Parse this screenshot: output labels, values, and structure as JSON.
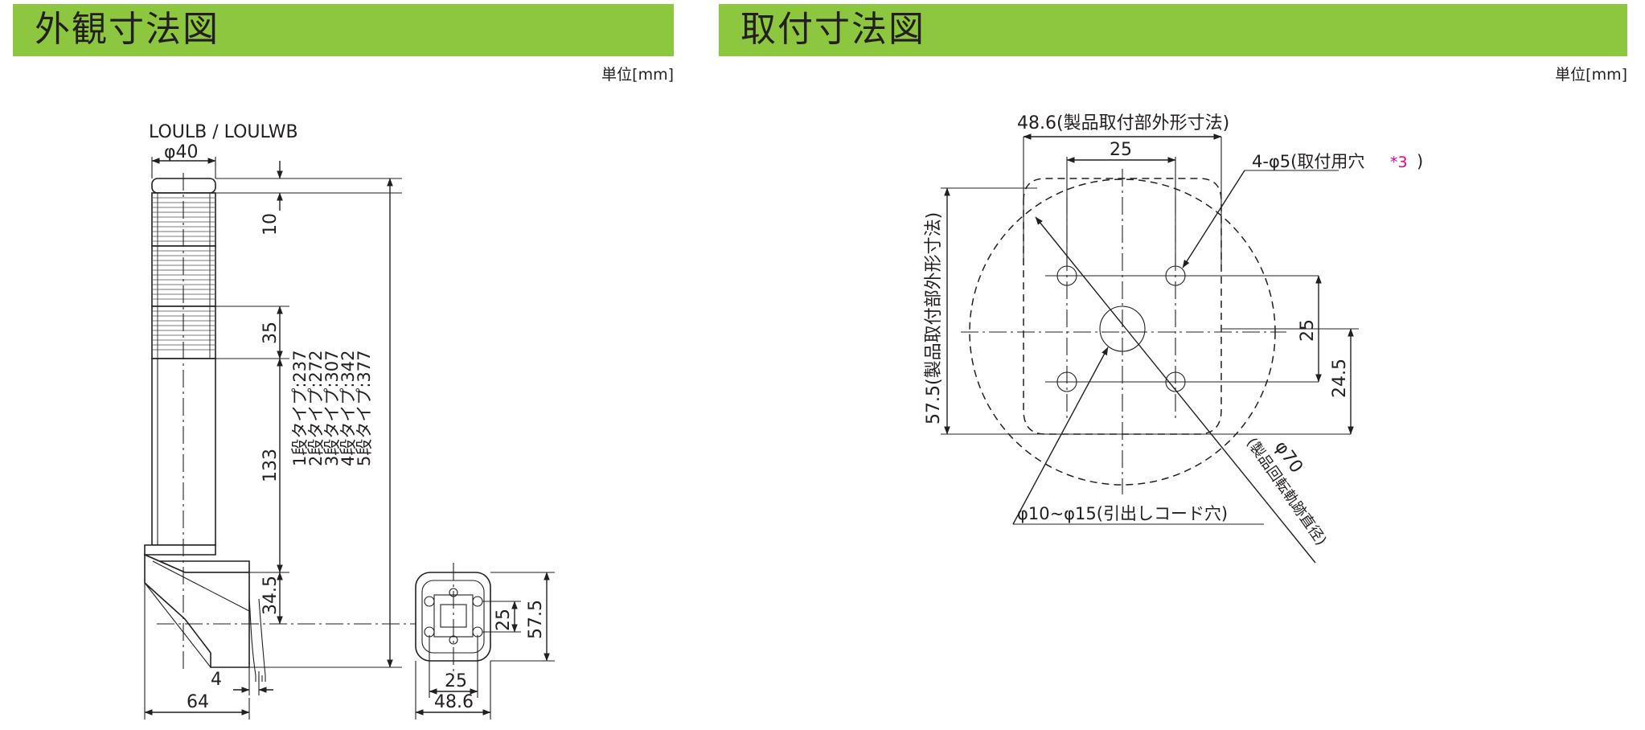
{
  "left_panel": {
    "title": "外観寸法図",
    "unit": "単位[mm]",
    "model": "LOULB / LOULWB",
    "dims": {
      "phi40": "φ40",
      "d10": "10",
      "d35": "35",
      "d133": "133",
      "d34_5": "34.5",
      "d4": "4",
      "d64": "64",
      "d25_bottom": "25",
      "d48_6": "48.6",
      "d25_side": "25",
      "d57_5": "57.5"
    },
    "types": [
      "1段タイプ:237",
      "2段タイプ:272",
      "3段タイプ:307",
      "4段タイプ:342",
      "5段タイプ:377"
    ]
  },
  "right_panel": {
    "title": "取付寸法図",
    "unit": "単位[mm]",
    "labels": {
      "width_outer": "48.6(製品取付部外形寸法)",
      "width_inner": "25",
      "holes": "4-φ5(取付用穴",
      "holes_note": "*3",
      "holes_close": ")",
      "height_outer": "57.5(製品取付部外形寸法)",
      "height_inner": "25",
      "height_24_5": "24.5",
      "rotation_dia": "φ70",
      "rotation_note": "(製品回転軌跡直径)",
      "cord_hole": "φ10~φ15(引出しコード穴)"
    },
    "note_color": "#ec008c"
  }
}
